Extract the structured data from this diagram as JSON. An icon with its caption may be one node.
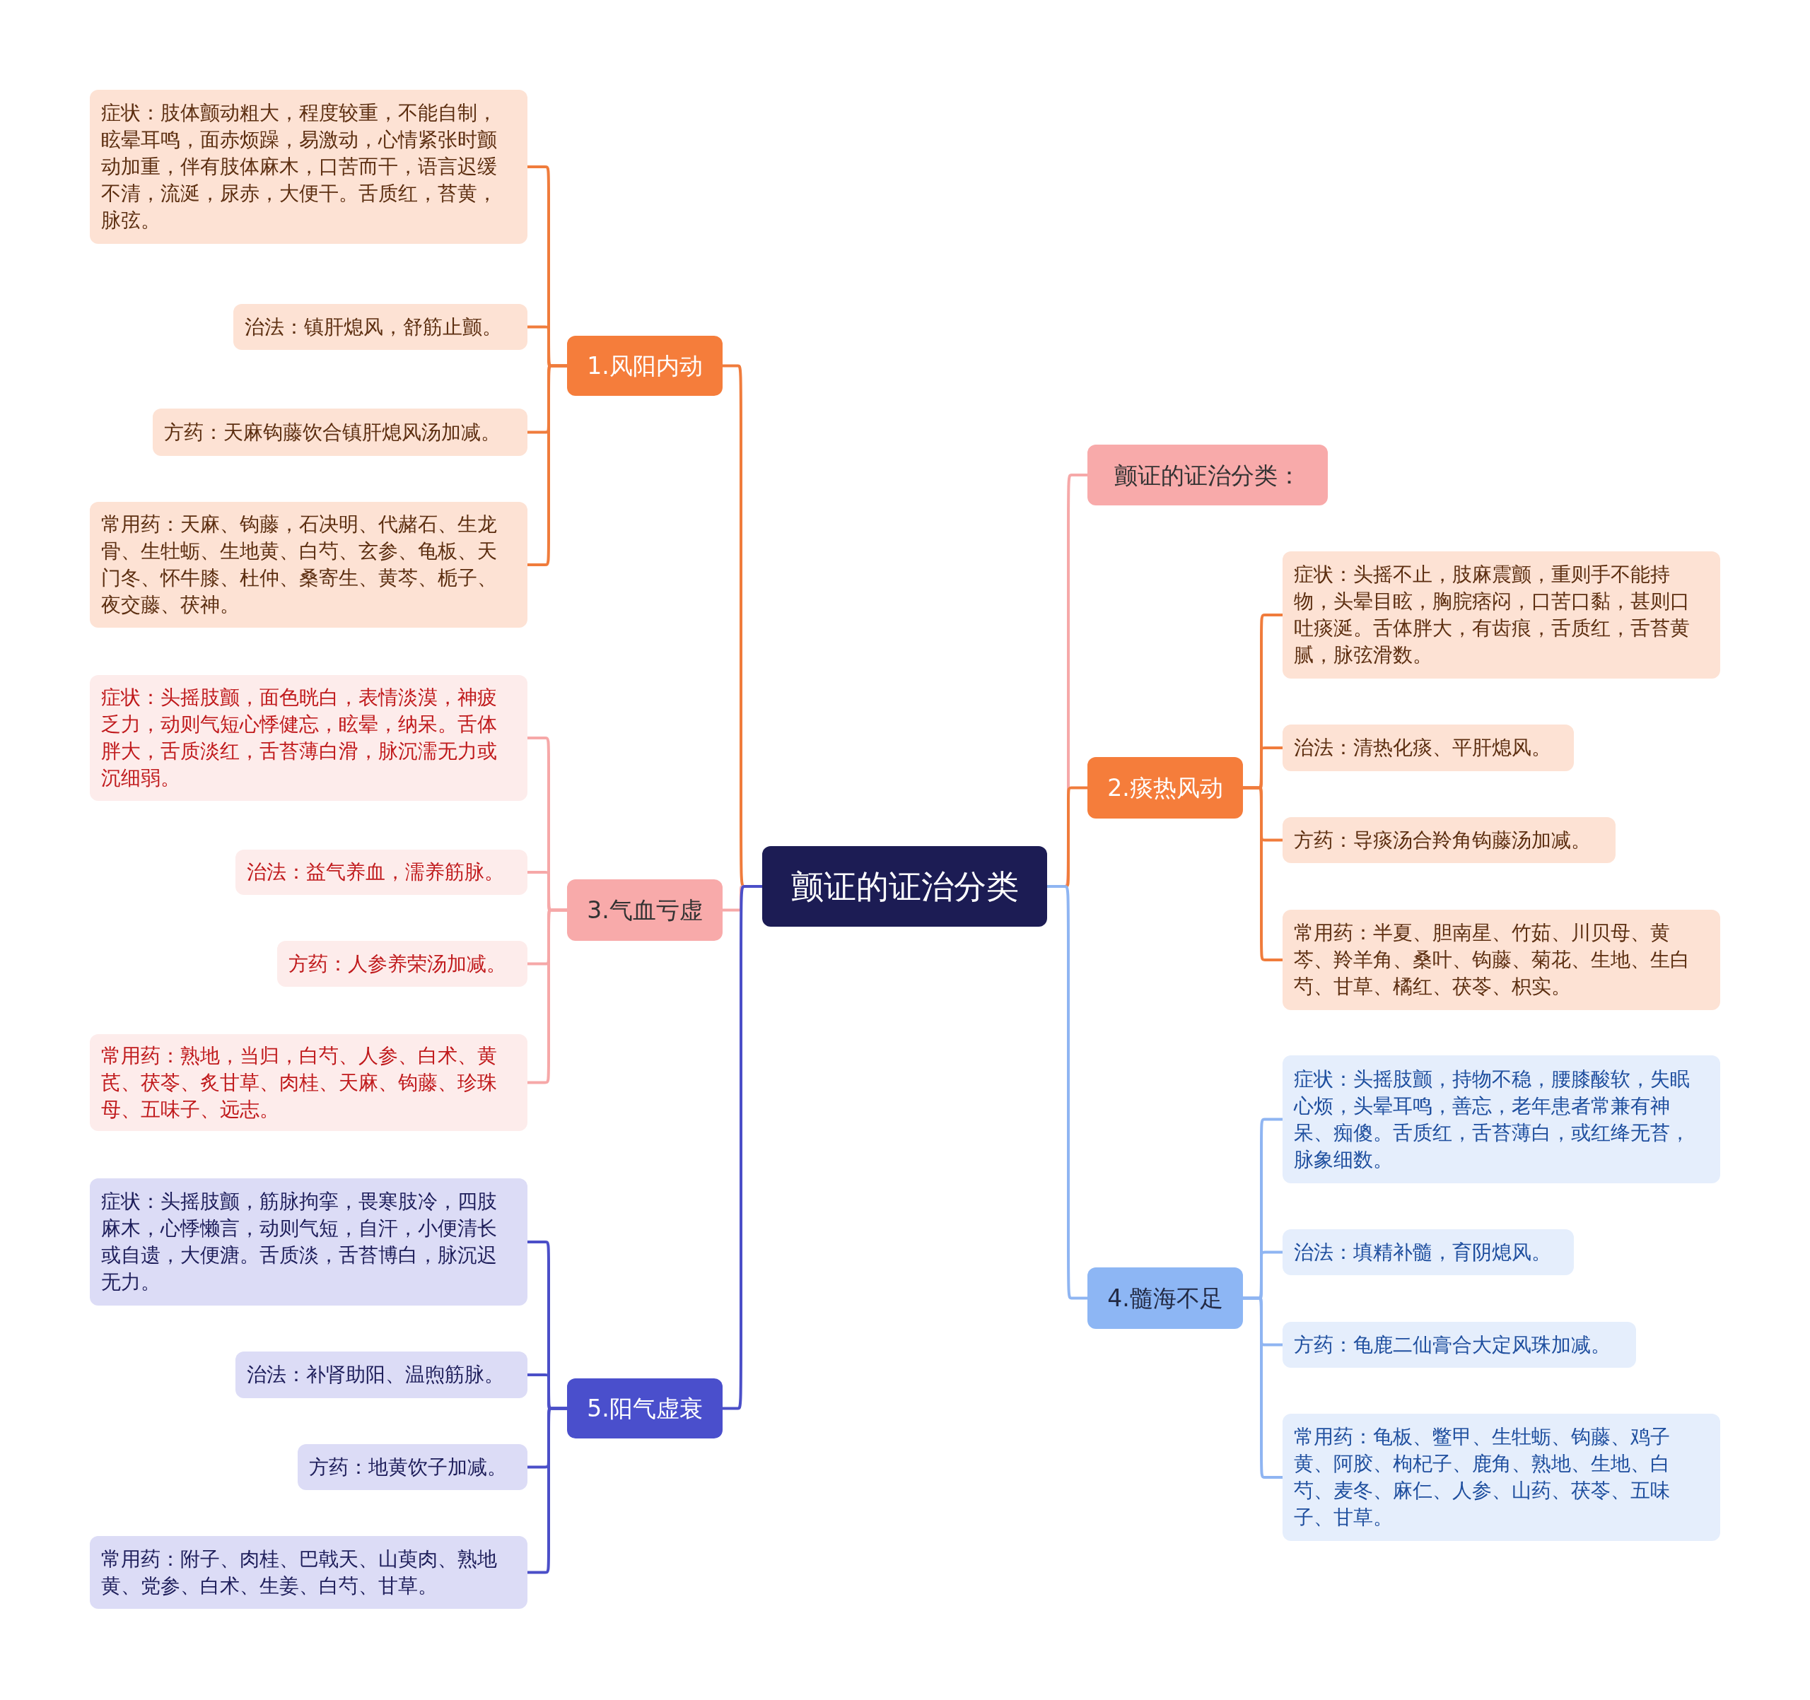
{
  "diagram": {
    "nodes": [
      {
        "text": [
          "颤证的证治分类"
        ]
      },
      {
        "text": [
          "1.风阳内动"
        ]
      },
      {
        "text": [
          "症状：肢体颤动粗大，程度较重，不能自制，眩晕耳鸣，面赤烦躁，易激动，心情紧张时颤动加重，伴有肢体麻木，口苦而干，语言迟缓不清，流涎，尿赤，大便干。舌质红，苔黄，脉弦。"
        ]
      },
      {
        "text": [
          "治法：镇肝熄风，舒筋止颤。"
        ]
      },
      {
        "text": [
          "方药：天麻钩藤饮合镇肝熄风汤加减。"
        ]
      },
      {
        "text": [
          "常用药：天麻、钩藤，石决明、代赭石、生龙骨、生牡蛎、生地黄、白芍、玄参、龟板、天门冬、怀牛膝、杜仲、桑寄生、黄芩、栀子、夜交藤、茯神。"
        ]
      },
      {
        "text": [
          "3.气血亏虚"
        ]
      },
      {
        "text": [
          "症状：头摇肢颤，面色晄白，表情淡漠，神疲乏力，动则气短心悸健忘，眩晕，纳呆。舌体胖大，舌质淡红，舌苔薄白滑，脉沉濡无力或沉细弱。"
        ]
      },
      {
        "text": [
          "治法：益气养血，濡养筋脉。"
        ]
      },
      {
        "text": [
          "方药：人参养荣汤加减。"
        ]
      },
      {
        "text": [
          "常用药：熟地，当归，白芍、人参、白术、黄芪、茯苓、炙甘草、肉桂、天麻、钩藤、珍珠母、五味子、远志。"
        ]
      },
      {
        "text": [
          "5.阳气虚衰"
        ]
      },
      {
        "text": [
          "症状：头摇肢颤，筋脉拘挛，畏寒肢冷，四肢麻木，心悸懒言，动则气短，自汗，小便清长或自遗，大便溏。舌质淡，舌苔博白，脉沉迟无力。"
        ]
      },
      {
        "text": [
          "治法：补肾助阳、温煦筋脉。"
        ]
      },
      {
        "text": [
          "方药：地黄饮子加减。"
        ]
      },
      {
        "text": [
          "常用药：附子、肉桂、巴戟天、山萸肉、熟地黄、党参、白术、生姜、白芍、甘草。"
        ]
      },
      {
        "text": [
          "颤证的证治分类："
        ]
      },
      {
        "text": [
          "2.痰热风动"
        ]
      },
      {
        "text": [
          "症状：头摇不止，肢麻震颤，重则手不能持物，头晕目眩，胸脘痞闷，口苦口黏，甚则口吐痰涎。舌体胖大，有齿痕，舌质红，舌苔黄腻，脉弦滑数。"
        ]
      },
      {
        "text": [
          "治法：清热化痰、平肝熄风。"
        ]
      },
      {
        "text": [
          "方药：导痰汤合羚角钩藤汤加减。"
        ]
      },
      {
        "text": [
          "常用药：半夏、胆南星、竹茹、川贝母、黄芩、羚羊角、桑叶、钩藤、菊花、生地、生白芍、甘草、橘红、茯苓、枳实。"
        ]
      },
      {
        "text": [
          "4.髓海不足"
        ]
      },
      {
        "text": [
          "症状：头摇肢颤，持物不稳，腰膝酸软，失眠心烦，头晕耳鸣，善忘，老年患者常兼有神呆、痴傻。舌质红，舌苔薄白，或红绛无苔，脉象细数。"
        ]
      },
      {
        "text": [
          "治法：填精补髓，育阴熄风。"
        ]
      },
      {
        "text": [
          "方药：龟鹿二仙膏合大定风珠加减。"
        ]
      },
      {
        "text": [
          "常用药：龟板、鳖甲、生牡蛎、钩藤、鸡子黄、阿胶、枸杞子、鹿角、熟地、生地、白芍、麦冬、麻仁、人参、山药、茯苓、五味子、甘草。"
        ]
      }
    ],
    "edges": [
      {
        "from": 0,
        "to": 1,
        "arrow": "none",
        "color": "#f07c3c"
      },
      {
        "from": 1,
        "to": 2,
        "arrow": "none",
        "color": "#f07c3c"
      },
      {
        "from": 1,
        "to": 3,
        "arrow": "none",
        "color": "#f07c3c"
      },
      {
        "from": 1,
        "to": 4,
        "arrow": "none",
        "color": "#f07c3c"
      },
      {
        "from": 1,
        "to": 5,
        "arrow": "none",
        "color": "#f07c3c"
      },
      {
        "from": 0,
        "to": 6,
        "arrow": "none",
        "color": "#f6a8a8"
      },
      {
        "from": 6,
        "to": 7,
        "arrow": "none",
        "color": "#f6a8a8"
      },
      {
        "from": 6,
        "to": 8,
        "arrow": "none",
        "color": "#f6a8a8"
      },
      {
        "from": 6,
        "to": 9,
        "arrow": "none",
        "color": "#f6a8a8"
      },
      {
        "from": 6,
        "to": 10,
        "arrow": "none",
        "color": "#f6a8a8"
      },
      {
        "from": 0,
        "to": 11,
        "arrow": "none",
        "color": "#4b4fc8"
      },
      {
        "from": 11,
        "to": 12,
        "arrow": "none",
        "color": "#4b4fc8"
      },
      {
        "from": 11,
        "to": 13,
        "arrow": "none",
        "color": "#4b4fc8"
      },
      {
        "from": 11,
        "to": 14,
        "arrow": "none",
        "color": "#4b4fc8"
      },
      {
        "from": 11,
        "to": 15,
        "arrow": "none",
        "color": "#4b4fc8"
      },
      {
        "from": 0,
        "to": 16,
        "arrow": "none",
        "color": "#f6a8a8"
      },
      {
        "from": 0,
        "to": 17,
        "arrow": "none",
        "color": "#f07c3c"
      },
      {
        "from": 17,
        "to": 18,
        "arrow": "none",
        "color": "#f07c3c"
      },
      {
        "from": 17,
        "to": 19,
        "arrow": "none",
        "color": "#f07c3c"
      },
      {
        "from": 17,
        "to": 20,
        "arrow": "none",
        "color": "#f07c3c"
      },
      {
        "from": 17,
        "to": 21,
        "arrow": "none",
        "color": "#f07c3c"
      },
      {
        "from": 0,
        "to": 22,
        "arrow": "none",
        "color": "#8fb5f2"
      },
      {
        "from": 22,
        "to": 23,
        "arrow": "none",
        "color": "#8fb5f2"
      },
      {
        "from": 22,
        "to": 24,
        "arrow": "none",
        "color": "#8fb5f2"
      },
      {
        "from": 22,
        "to": 25,
        "arrow": "none",
        "color": "#8fb5f2"
      },
      {
        "from": 22,
        "to": 26,
        "arrow": "none",
        "color": "#8fb5f2"
      }
    ]
  }
}
